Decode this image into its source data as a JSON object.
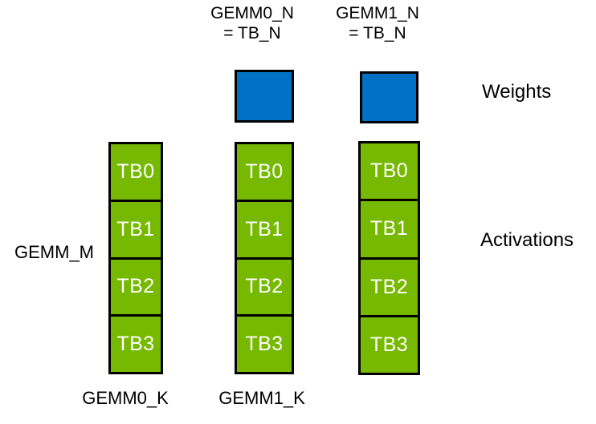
{
  "colors": {
    "green": "#76b900",
    "blue": "#0071c5",
    "border": "#000000",
    "text": "#000000",
    "cell_text": "#ffffff",
    "background": "#ffffff"
  },
  "diagram": {
    "top_labels": [
      "GEMM0_N\n= TB_N",
      "GEMM1_N\n= TB_N"
    ],
    "weights_label": "Weights",
    "activations_label": "Activations",
    "gemm_m_label": "GEMM_M",
    "bottom_labels": [
      "GEMM0_K",
      "GEMM1_K"
    ],
    "columns": [
      [
        "TB0",
        "TB1",
        "TB2",
        "TB3"
      ],
      [
        "TB0",
        "TB1",
        "TB2",
        "TB3"
      ],
      [
        "TB0",
        "TB1",
        "TB2",
        "TB3"
      ]
    ]
  }
}
